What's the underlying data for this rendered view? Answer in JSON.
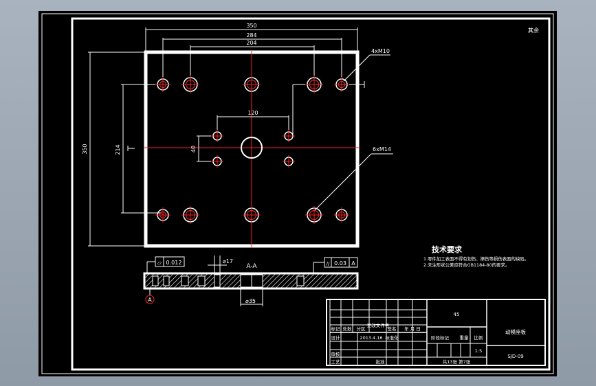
{
  "colors": {
    "background": "#000000",
    "outline": "#ffffff",
    "dimension": "#ffffff",
    "centerline": "#ff0000",
    "leader": "#ffffff"
  },
  "drawing": {
    "dims": {
      "w350": "350",
      "w284": "284",
      "w204": "204",
      "h350": "350",
      "h214": "214",
      "w120": "120",
      "h40": "40",
      "d17": "17",
      "d35": "35"
    },
    "callouts": {
      "m10": "4xM10",
      "m14": "6xM14"
    },
    "section": {
      "label": "A-A"
    },
    "tolerance_left": {
      "symbol": "▱",
      "value": "0.012"
    },
    "tolerance_right": {
      "symbol": "//",
      "value": "0.03",
      "datum": "A"
    },
    "datum_marker": "A",
    "corner_mark": "其余"
  },
  "notes": {
    "heading": "技术要求",
    "line1": "1.零件加工表面不得有划伤、擦伤等损伤表面的缺陷。",
    "line2": "2.未注形状公差应符合GB1184-80的要求。"
  },
  "title_block": {
    "header": {
      "mark": "标记",
      "qty": "处数",
      "zone": "分区",
      "docno": "更改文件号",
      "sign": "签名",
      "date": "年 月 日"
    },
    "material": "45",
    "part_name": "动模座板",
    "code": "SJD-09",
    "stage": "阶段标记",
    "weight": "重量",
    "scale": "比例",
    "scale_val": "1:5",
    "design": "设计",
    "design_date": "2013.4.16",
    "standardize": "标准化",
    "review": "审核",
    "process": "工艺",
    "approve": "批准",
    "sheets": "共13张 第7张"
  }
}
